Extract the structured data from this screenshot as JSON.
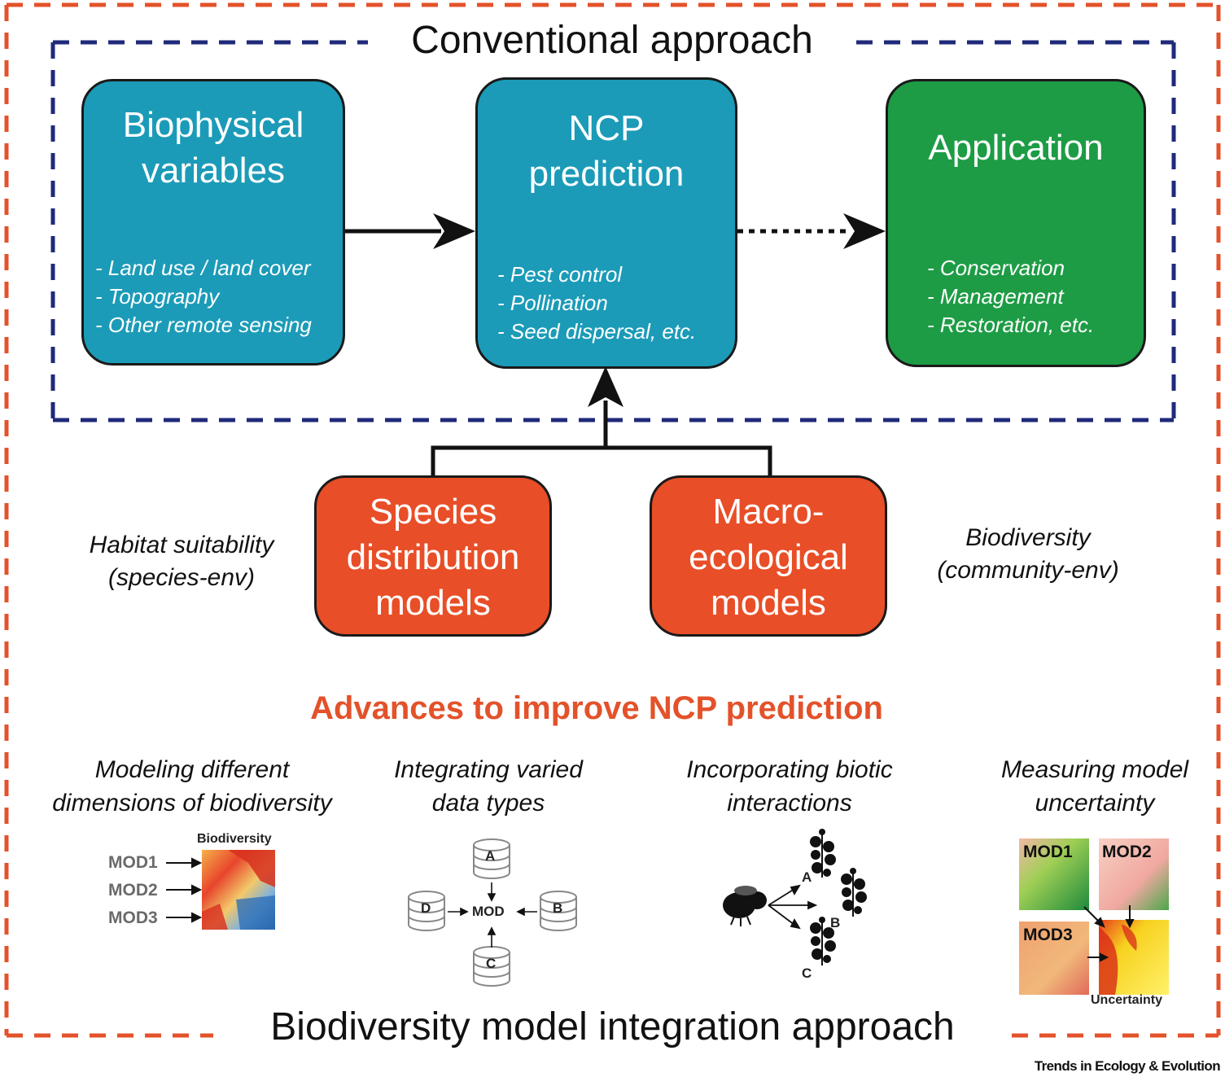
{
  "conventional": {
    "title": "Conventional approach",
    "boxes": [
      {
        "title": "Biophysical\nvariables",
        "items": [
          "- Land use / land cover",
          "- Topography",
          "- Other remote sensing"
        ]
      },
      {
        "title": "NCP\nprediction",
        "items": [
          "- Pest control",
          "- Pollination",
          "- Seed dispersal, etc."
        ]
      },
      {
        "title": "Application",
        "items": [
          "- Conservation",
          "- Management",
          "- Restoration, etc."
        ]
      }
    ]
  },
  "models": {
    "left_label": "Habitat suitability\n(species-env)",
    "right_label": "Biodiversity\n(community-env)",
    "boxes": [
      {
        "title": "Species\ndistribution\nmodels"
      },
      {
        "title": "Macro-\necological\nmodels"
      }
    ]
  },
  "advances": {
    "title": "Advances to improve NCP prediction",
    "items": [
      {
        "label": "Modeling different\ndimensions of biodiversity"
      },
      {
        "label": "Integrating varied\ndata types"
      },
      {
        "label": "Incorporating biotic\ninteractions"
      },
      {
        "label": "Measuring model\nuncertainty"
      }
    ]
  },
  "fig_dimensions": {
    "heading": "Biodiversity",
    "mods": [
      "MOD1",
      "MOD2",
      "MOD3"
    ]
  },
  "fig_data": {
    "center": "MOD",
    "sources": [
      "A",
      "B",
      "C",
      "D"
    ]
  },
  "fig_interactions": {
    "labels": [
      "A",
      "B",
      "C"
    ]
  },
  "fig_uncertainty": {
    "mods": [
      "MOD1",
      "MOD2",
      "MOD3"
    ],
    "result": "Uncertainty"
  },
  "integration_title": "Biodiversity model integration approach",
  "credit": "Trends in Ecology & Evolution",
  "colors": {
    "outer_dash": "#e3522a",
    "inner_dash": "#1f2a7a",
    "blue_box": "#1b9bb8",
    "green_box": "#1d9c45",
    "orange_box": "#e84e27"
  }
}
